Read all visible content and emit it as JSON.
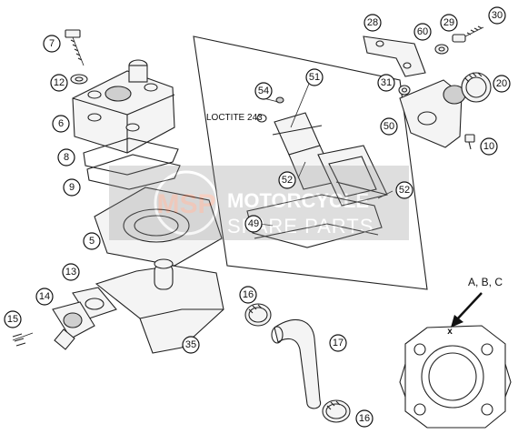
{
  "callouts": [
    {
      "id": "7",
      "label": "7"
    },
    {
      "id": "12",
      "label": "12"
    },
    {
      "id": "6",
      "label": "6"
    },
    {
      "id": "8",
      "label": "8"
    },
    {
      "id": "9",
      "label": "9"
    },
    {
      "id": "5",
      "label": "5"
    },
    {
      "id": "13",
      "label": "13"
    },
    {
      "id": "14",
      "label": "14"
    },
    {
      "id": "15",
      "label": "15"
    },
    {
      "id": "35",
      "label": "35"
    },
    {
      "id": "54",
      "label": "54"
    },
    {
      "id": "51",
      "label": "51"
    },
    {
      "id": "52a",
      "label": "52"
    },
    {
      "id": "52b",
      "label": "52"
    },
    {
      "id": "49",
      "label": "49"
    },
    {
      "id": "28",
      "label": "28"
    },
    {
      "id": "60",
      "label": "60"
    },
    {
      "id": "29",
      "label": "29"
    },
    {
      "id": "30",
      "label": "30"
    },
    {
      "id": "31",
      "label": "31"
    },
    {
      "id": "20",
      "label": "20"
    },
    {
      "id": "50",
      "label": "50"
    },
    {
      "id": "10",
      "label": "10"
    },
    {
      "id": "16a",
      "label": "16"
    },
    {
      "id": "17",
      "label": "17"
    },
    {
      "id": "16b",
      "label": "16"
    }
  ],
  "loctite_label": "LOCTITE 243",
  "abc_label": "A, B, C",
  "x_mark": "x",
  "watermark": {
    "logo_text": "MSP",
    "line1": "MOTORCYCLE",
    "line2": "SPARE PARTS"
  }
}
